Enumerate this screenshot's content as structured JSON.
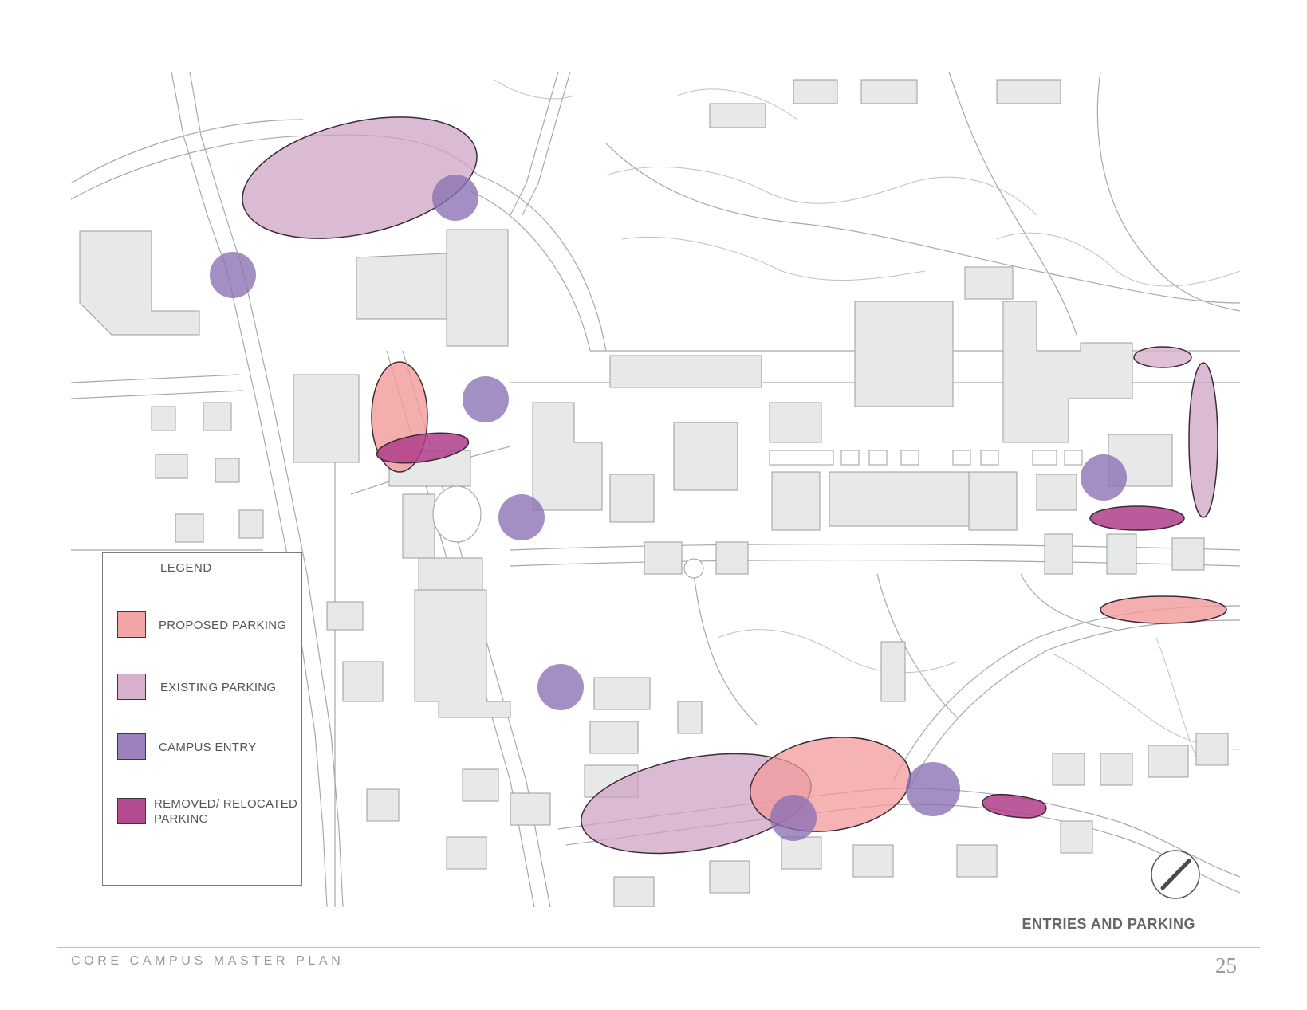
{
  "legend": {
    "title": "LEGEND",
    "items": [
      {
        "label": "PROPOSED PARKING",
        "color": "#f2a5a5"
      },
      {
        "label": "EXISTING PARKING",
        "color": "#d8b0cc"
      },
      {
        "label": "CAMPUS ENTRY",
        "color": "#9b82bd"
      },
      {
        "label": "REMOVED/ RELOCATED\nPARKING",
        "color": "#b44a8f"
      }
    ]
  },
  "map_title": "ENTRIES AND PARKING",
  "footer": {
    "text": "CORE CAMPUS MASTER PLAN",
    "page_number": "25"
  },
  "colors": {
    "building_fill": "#e7e8e8",
    "line": "#9d9d9d",
    "proposed": "#f29a9a",
    "existing": "#cfa3c4",
    "entry": "#8a6fb3",
    "removed": "#b03e8a"
  },
  "icons": {
    "north_arrow": "north-arrow-icon"
  }
}
